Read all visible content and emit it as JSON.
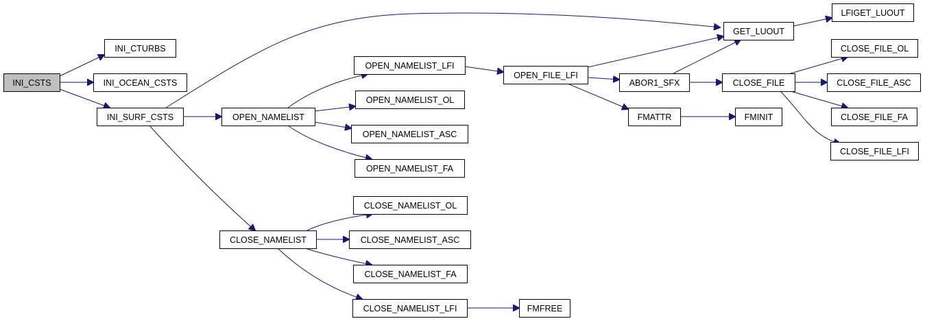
{
  "colors": {
    "edge": "#191970",
    "root_fill": "#bfbfbf",
    "node_fill": "#ffffff",
    "node_border": "#000000"
  },
  "nodes": {
    "ini_csts": "INI_CSTS",
    "ini_cturbs": "INI_CTURBS",
    "ini_ocean_csts": "INI_OCEAN_CSTS",
    "ini_surf_csts": "INI_SURF_CSTS",
    "open_namelist": "OPEN_NAMELIST",
    "close_namelist": "CLOSE_NAMELIST",
    "open_namelist_lfi": "OPEN_NAMELIST_LFI",
    "open_namelist_ol": "OPEN_NAMELIST_OL",
    "open_namelist_asc": "OPEN_NAMELIST_ASC",
    "open_namelist_fa": "OPEN_NAMELIST_FA",
    "close_namelist_ol": "CLOSE_NAMELIST_OL",
    "close_namelist_asc": "CLOSE_NAMELIST_ASC",
    "close_namelist_fa": "CLOSE_NAMELIST_FA",
    "close_namelist_lfi": "CLOSE_NAMELIST_LFI",
    "open_file_lfi": "OPEN_FILE_LFI",
    "fmfree": "FMFREE",
    "abor1_sfx": "ABOR1_SFX",
    "fmattr": "FMATTR",
    "get_luout": "GET_LUOUT",
    "lfiget_luout": "LFIGET_LUOUT",
    "close_file": "CLOSE_FILE",
    "fminit": "FMINIT",
    "close_file_ol": "CLOSE_FILE_OL",
    "close_file_asc": "CLOSE_FILE_ASC",
    "close_file_fa": "CLOSE_FILE_FA",
    "close_file_lfi": "CLOSE_FILE_LFI"
  },
  "edges": [
    [
      "ini_csts",
      "ini_cturbs"
    ],
    [
      "ini_csts",
      "ini_ocean_csts"
    ],
    [
      "ini_csts",
      "ini_surf_csts"
    ],
    [
      "ini_surf_csts",
      "get_luout"
    ],
    [
      "ini_surf_csts",
      "open_namelist"
    ],
    [
      "ini_surf_csts",
      "close_namelist"
    ],
    [
      "open_namelist",
      "open_namelist_lfi"
    ],
    [
      "open_namelist",
      "open_namelist_ol"
    ],
    [
      "open_namelist",
      "open_namelist_asc"
    ],
    [
      "open_namelist",
      "open_namelist_fa"
    ],
    [
      "close_namelist",
      "close_namelist_ol"
    ],
    [
      "close_namelist",
      "close_namelist_asc"
    ],
    [
      "close_namelist",
      "close_namelist_fa"
    ],
    [
      "close_namelist",
      "close_namelist_lfi"
    ],
    [
      "open_namelist_lfi",
      "open_file_lfi"
    ],
    [
      "close_namelist_lfi",
      "fmfree"
    ],
    [
      "open_file_lfi",
      "get_luout"
    ],
    [
      "open_file_lfi",
      "abor1_sfx"
    ],
    [
      "open_file_lfi",
      "fmattr"
    ],
    [
      "abor1_sfx",
      "get_luout"
    ],
    [
      "abor1_sfx",
      "close_file"
    ],
    [
      "fmattr",
      "fminit"
    ],
    [
      "get_luout",
      "lfiget_luout"
    ],
    [
      "close_file",
      "close_file_ol"
    ],
    [
      "close_file",
      "close_file_asc"
    ],
    [
      "close_file",
      "close_file_fa"
    ],
    [
      "close_file",
      "close_file_lfi"
    ]
  ]
}
